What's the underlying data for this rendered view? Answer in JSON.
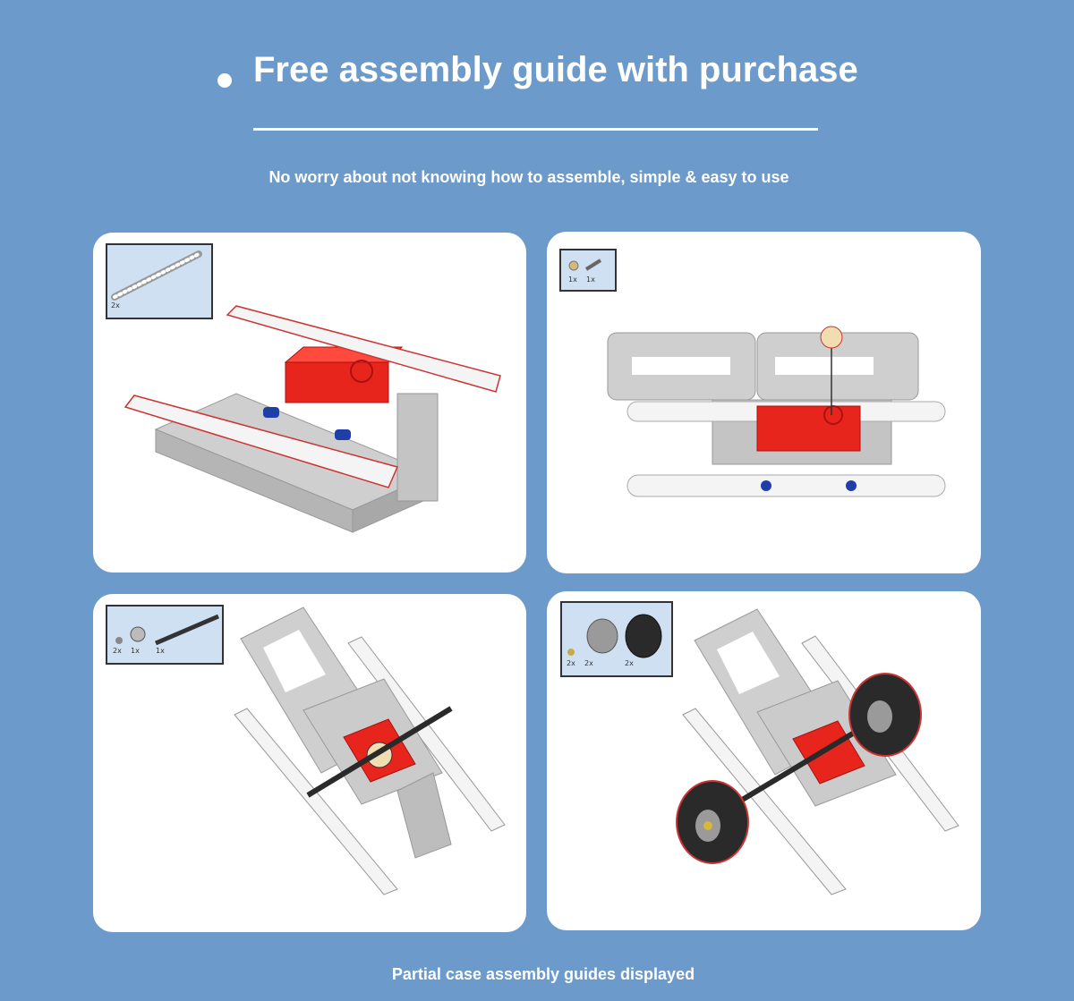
{
  "header": {
    "title": "Free assembly guide with purchase",
    "subtitle": "No worry about not knowing how to assemble, simple & easy to use"
  },
  "footer": {
    "caption": "Partial case assembly guides displayed"
  },
  "steps": [
    {
      "parts": [
        "2x"
      ]
    },
    {
      "parts": [
        "1x",
        "1x"
      ]
    },
    {
      "parts": [
        "2x",
        "1x",
        "1x"
      ]
    },
    {
      "parts": [
        "2x",
        "2x",
        "2x"
      ]
    }
  ],
  "colors": {
    "background": "#6b9acb",
    "panel": "#ffffff",
    "brick_grey": "#c8c8c8",
    "brick_red": "#e8251c",
    "beam_white": "#f4f4f4",
    "pin_blue": "#1f3fa8",
    "tire_black": "#2a2a2a"
  }
}
